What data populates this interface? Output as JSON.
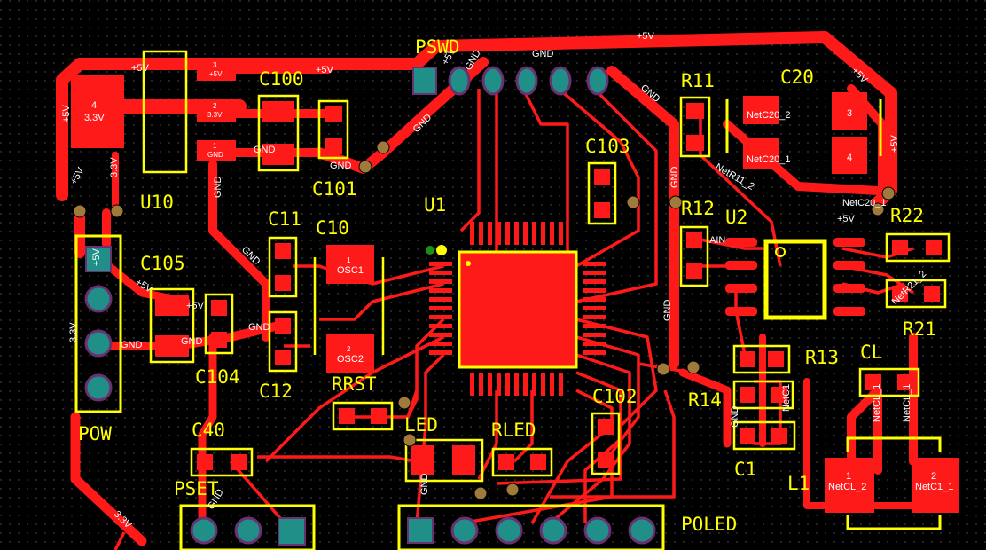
{
  "board": {
    "background": "#000000",
    "trace_color": "#ff1a1a",
    "silk_color": "#ffff00",
    "pad_teal": "#1f8f88",
    "via_color": "#a07a3a"
  },
  "designators": {
    "U10": "U10",
    "C100": "C100",
    "C101": "C101",
    "C11": "C11",
    "C10": "C10",
    "C105": "C105",
    "C104": "C104",
    "C12": "C12",
    "POW": "POW",
    "C40": "C40",
    "PSET": "PSET",
    "RRST": "RRST",
    "LED": "LED",
    "RLED": "RLED",
    "PSWD": "PSWD",
    "U1": "U1",
    "C103": "C103",
    "C102": "C102",
    "POLED": "POLED",
    "R11": "R11",
    "C20": "C20",
    "R12": "R12",
    "U2": "U2",
    "R22": "R22",
    "R21": "R21",
    "R13": "R13",
    "CL": "CL",
    "R14": "R14",
    "C1": "C1",
    "L1": "L1"
  },
  "nets": {
    "plus5v": "+5V",
    "v33": "3.3V",
    "gnd": "GND",
    "ain": "AIN",
    "netc20_1": "NetC20_1",
    "netc20_2": "NetC20_2",
    "netr11_2": "NetR11_2",
    "netr21_2": "NetR21_2",
    "netcl_1": "NetCL_1",
    "netcl_2": "NetCL_2",
    "netc1_1": "NetC1_1",
    "netc1": "NetC1",
    "osc1": "OSC1",
    "osc2": "OSC2"
  },
  "pads": {
    "u10_4": "4",
    "u10_3": "3",
    "u10_2": "2",
    "u10_1": "1",
    "c20_3": "3",
    "c20_4": "4",
    "osc_1": "1",
    "osc_2": "2",
    "l1_1": "1",
    "l1_2": "2"
  }
}
